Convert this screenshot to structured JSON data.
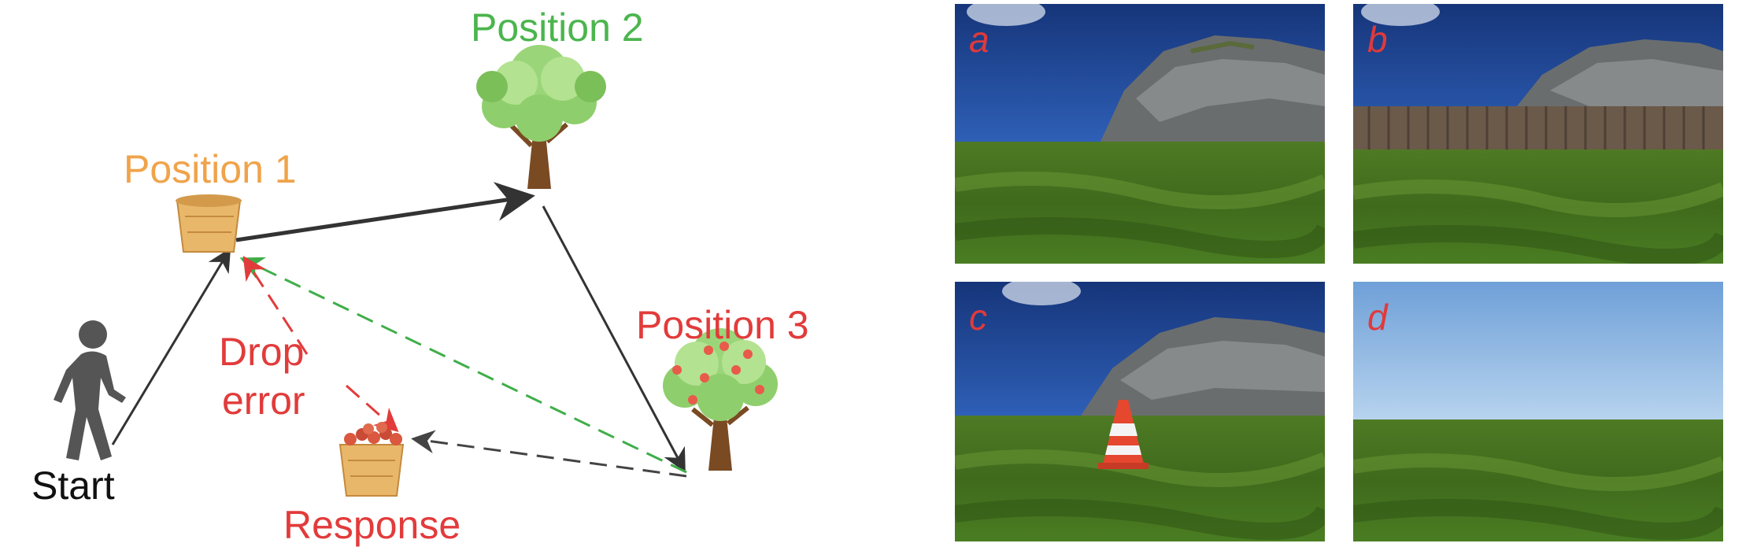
{
  "diagram": {
    "labels": {
      "position1": "Position 1",
      "position2": "Position 2",
      "position3": "Position 3",
      "drop_error_line1": "Drop",
      "drop_error_line2": "error",
      "response": "Response",
      "start": "Start"
    },
    "colors": {
      "position1": "#f0a34a",
      "position2": "#4bb54e",
      "position3": "#e23b3b",
      "path_solid": "#333333",
      "green_dashed": "#3fae49",
      "red_dashed": "#e23b3b",
      "gray_dashed": "#444444"
    },
    "icons": [
      "walking-person-icon",
      "basket-icon",
      "tree-icon",
      "fruit-tree-icon",
      "fruit-basket-icon"
    ]
  },
  "panels": [
    {
      "label": "a",
      "scene": "rock-and-grass"
    },
    {
      "label": "b",
      "scene": "rock-fence-and-grass"
    },
    {
      "label": "c",
      "scene": "rock-cone-and-grass"
    },
    {
      "label": "d",
      "scene": "grass-only"
    }
  ]
}
